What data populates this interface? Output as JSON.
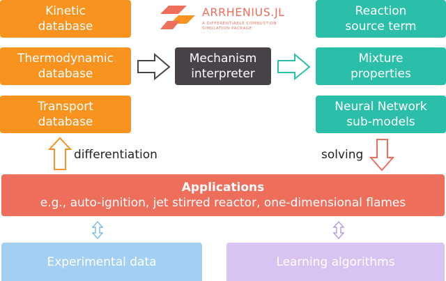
{
  "logo": {
    "title": "ARRHENIUS.JL",
    "subtitle": "A DIFFERENTIABLE COMBUSTION\nSIMULATION PACKAGE"
  },
  "boxes": {
    "kinetic": "Kinetic\ndatabase",
    "thermodynamic": "Thermodynamic\ndatabase",
    "transport": "Transport\ndatabase",
    "mechanism": "Mechanism\ninterpreter",
    "reaction": "Reaction\nsource term",
    "mixture": "Mixture\nproperties",
    "neural": "Neural Network\nsub-models"
  },
  "labels": {
    "differentiation": "differentiation",
    "solving": "solving"
  },
  "applications": {
    "title": "Applications",
    "subtitle": "e.g., auto-ignition, jet stirred reactor, one-dimensional flames"
  },
  "bottom": {
    "experimental": "Experimental data",
    "learning": "Learning algorithms"
  },
  "colors": {
    "orange": "#f7931e",
    "teal": "#2bbfa9",
    "dark": "#4a4249",
    "applications": "#ee6e5c",
    "experimental": "#a3cff3",
    "learning": "#d8c3f3"
  }
}
